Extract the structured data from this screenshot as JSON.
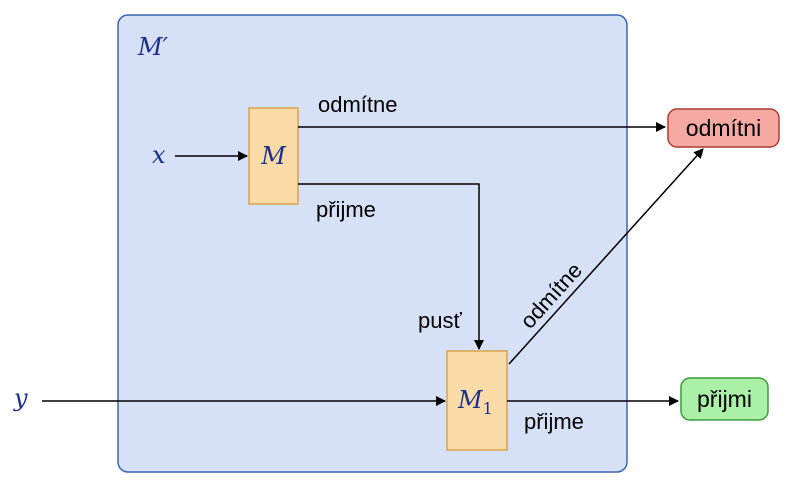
{
  "colors": {
    "outer_fill": "#d6e1f8",
    "outer_stroke": "#3c64b4",
    "machine_fill": "#fbdca8",
    "machine_stroke": "#d8a24c",
    "reject_fill": "#f6a9a3",
    "reject_stroke": "#b03a30",
    "accept_fill": "#aaf0a6",
    "accept_stroke": "#3a9a3a",
    "math_text": "#1b2f8c",
    "arrow": "#000000"
  },
  "outer_machine": {
    "label": "M′"
  },
  "machine_m": {
    "label": "M"
  },
  "machine_m1": {
    "label_base": "M",
    "label_sub": "1"
  },
  "inputs": {
    "x": "x",
    "y": "y"
  },
  "outputs": {
    "reject": "odmítni",
    "accept": "přijmi"
  },
  "edge_labels": {
    "m_reject": "odmítne",
    "m_accept": "přijme",
    "run": "pusť",
    "m1_reject": "odmítne",
    "m1_accept": "přijme"
  }
}
